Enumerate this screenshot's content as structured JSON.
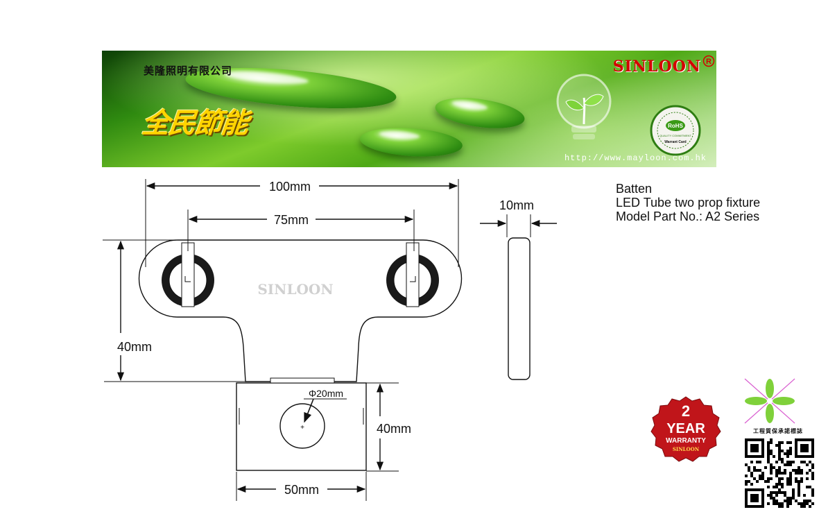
{
  "banner": {
    "company_name": "美隆照明有限公司",
    "slogan": "全民節能",
    "brand": "SINLOON",
    "registered_mark": "R",
    "rohs_label": "RoHS",
    "rohs_sub": "QUALITY COMMITMENT",
    "rohs_card": "Warrant Card",
    "website": "http://www.mayloon.com.hk"
  },
  "drawing": {
    "watermark": "SINLOON",
    "dim_total_width": "100mm",
    "dim_hole_spacing": "75mm",
    "dim_thickness": "10mm",
    "dim_top_height": "40mm",
    "dim_base_height": "40mm",
    "dim_base_width": "50mm",
    "dim_hole_diameter": "Φ20mm"
  },
  "product": {
    "line1": "Batten",
    "line2": "LED Tube two prop fixture",
    "line3": "Model Part No.: A2 Series"
  },
  "warranty": {
    "years": "2",
    "word_year": "YEAR",
    "word_warranty": "WARRANTY",
    "brand": "SINLOON"
  },
  "quality": {
    "label": "工程質保承諾標誌"
  },
  "colors": {
    "brand_red": "#d40000",
    "warranty_red": "#c0151a",
    "leaf_green": "#4fa916",
    "slogan_yellow": "#ffd400"
  }
}
